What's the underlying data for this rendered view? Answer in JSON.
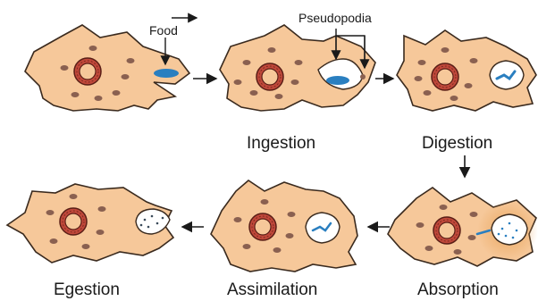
{
  "callouts": {
    "food": "Food",
    "pseudopodia": "Pseudopodia"
  },
  "stages": [
    {
      "label": "Ingestion"
    },
    {
      "label": "Digestion"
    },
    {
      "label": "Absorption"
    },
    {
      "label": "Assimilation"
    },
    {
      "label": "Egestion"
    }
  ],
  "colors": {
    "cytoplasm": "#f6c89a",
    "outline": "#3a2a1e",
    "nucleus": "#c0483a",
    "granule": "#8a6050",
    "food": "#2a7fc0",
    "vacuole": "#ffffff",
    "absorption_glow": "#e9a45a",
    "arrow": "#1a1a1a"
  }
}
